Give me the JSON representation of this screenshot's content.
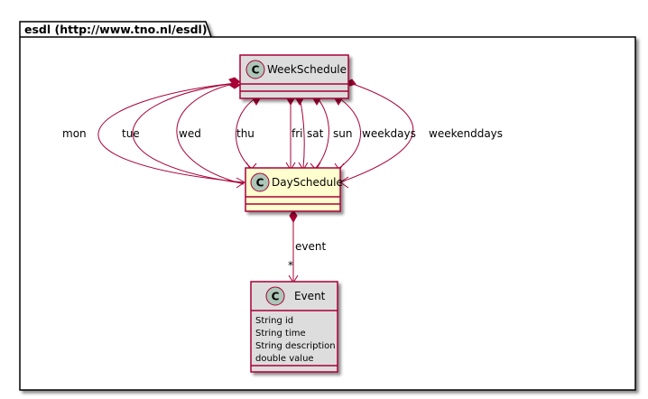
{
  "package": {
    "title": "esdl (http://www.tno.nl/esdl)"
  },
  "classes": {
    "week_schedule": {
      "stereotype_glyph": "C",
      "name": "WeekSchedule",
      "fill": "#dddddd"
    },
    "day_schedule": {
      "stereotype_glyph": "C",
      "name": "DaySchedule",
      "fill": "#fefece"
    },
    "event": {
      "stereotype_glyph": "C",
      "name": "Event",
      "fill": "#dddddd",
      "attributes": [
        "String id",
        "String time",
        "String description",
        "double value"
      ]
    }
  },
  "relations": {
    "week_to_day": [
      "mon",
      "tue",
      "wed",
      "thu",
      "fri",
      "sat",
      "sun",
      "weekdays",
      "weekenddays"
    ],
    "day_to_event": {
      "label": "event",
      "multiplicity": "*"
    }
  },
  "colors": {
    "relation": "#a80036",
    "class_border": "#a80036",
    "glyph_circle": "#adc6b8",
    "package_border": "#000000"
  }
}
